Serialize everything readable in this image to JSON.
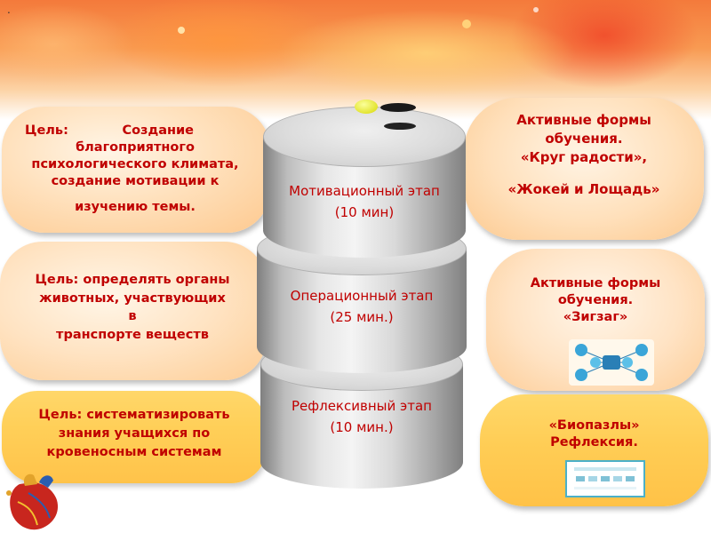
{
  "left": {
    "goal1_lines": [
      "Цель:            Создание",
      "благоприятного",
      "психологического климата,",
      "создание мотивации к",
      "изучению темы."
    ],
    "goal2_lines": [
      "Цель: определять органы",
      "животных, участвующих",
      "в",
      "транспорте веществ"
    ],
    "goal3_lines": [
      "Цель: систематизировать",
      "знания  учащихся по",
      "кровеносным системам"
    ]
  },
  "stages": {
    "stage1": {
      "name": "Мотивационный этап",
      "time": "(10 мин)"
    },
    "stage2": {
      "name": "Операционный этап",
      "time": "(25 мин.)"
    },
    "stage3": {
      "name": "Рефлексивный этап",
      "time": "(10 мин.)"
    }
  },
  "right": {
    "forms1_lines": [
      "Активные формы",
      "обучения.",
      "«Круг радости»,",
      "«Жокей и Лощадь»"
    ],
    "forms2_lines": [
      "Активные формы",
      "обучения.",
      "«Зигзаг»"
    ],
    "forms3_lines": [
      "«Биопазлы»",
      "Рефлексия."
    ]
  },
  "corner_mark": "."
}
